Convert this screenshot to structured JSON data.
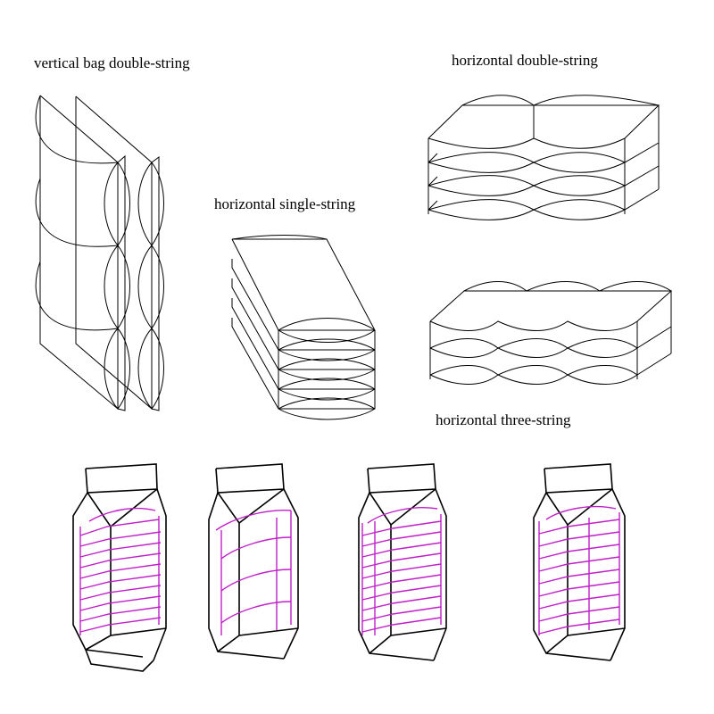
{
  "labels": {
    "vertical_double": "vertical bag double-string",
    "horizontal_single": "horizontal single-string",
    "horizontal_double": "horizontal double-string",
    "horizontal_three": "horizontal three-string"
  },
  "colors": {
    "line": "#000000",
    "bag_stack": "#c020c8",
    "background": "#ffffff"
  },
  "packages": [
    {
      "arrangement": "vertical double-string"
    },
    {
      "arrangement": "horizontal single-string"
    },
    {
      "arrangement": "horizontal double-string"
    },
    {
      "arrangement": "horizontal three-string"
    }
  ]
}
